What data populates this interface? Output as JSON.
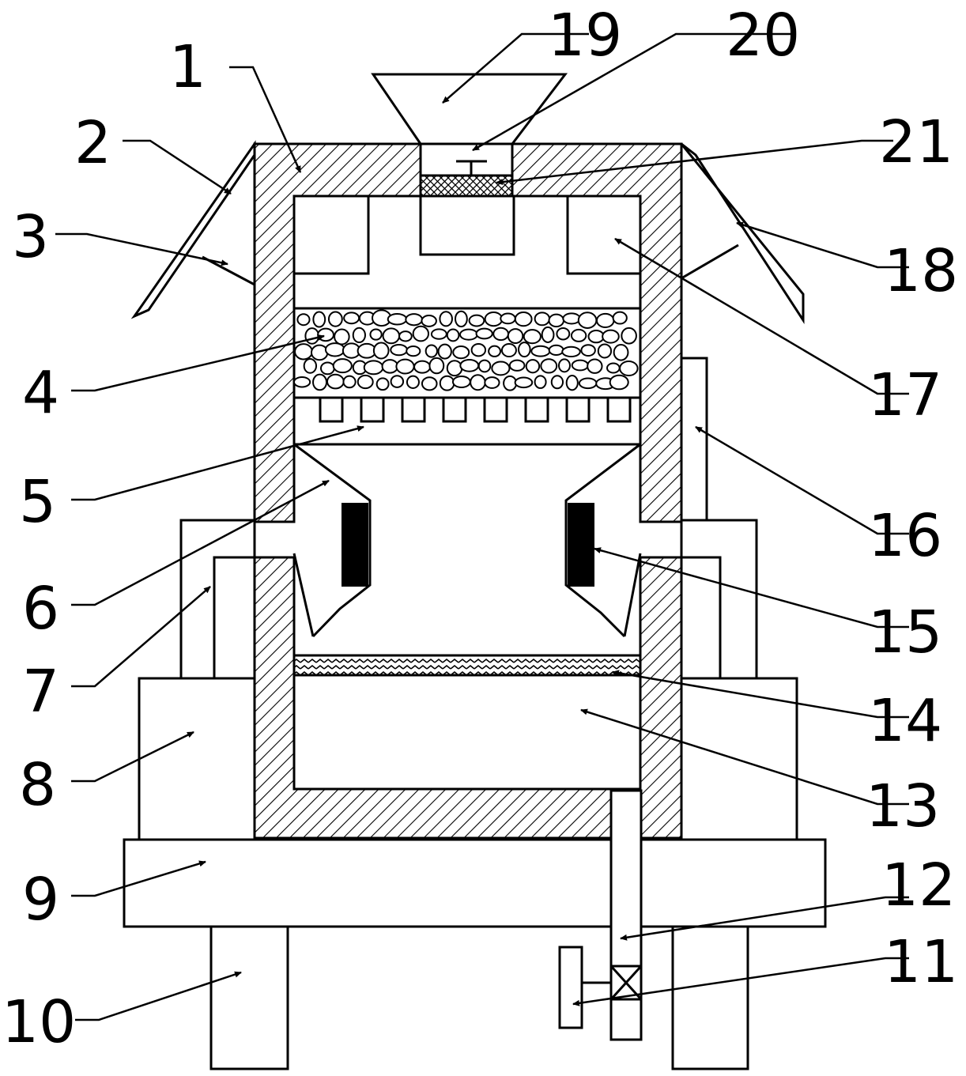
{
  "figure": {
    "labels": [
      {
        "id": "1",
        "text": "1"
      },
      {
        "id": "2",
        "text": "2"
      },
      {
        "id": "3",
        "text": "3"
      },
      {
        "id": "4",
        "text": "4"
      },
      {
        "id": "5",
        "text": "5"
      },
      {
        "id": "6",
        "text": "6"
      },
      {
        "id": "7",
        "text": "7"
      },
      {
        "id": "8",
        "text": "8"
      },
      {
        "id": "9",
        "text": "9"
      },
      {
        "id": "10",
        "text": "10"
      },
      {
        "id": "11",
        "text": "11"
      },
      {
        "id": "12",
        "text": "12"
      },
      {
        "id": "13",
        "text": "13"
      },
      {
        "id": "14",
        "text": "14"
      },
      {
        "id": "15",
        "text": "15"
      },
      {
        "id": "16",
        "text": "16"
      },
      {
        "id": "17",
        "text": "17"
      },
      {
        "id": "18",
        "text": "18"
      },
      {
        "id": "19",
        "text": "19"
      },
      {
        "id": "20",
        "text": "20"
      },
      {
        "id": "21",
        "text": "21"
      }
    ]
  },
  "colors": {
    "line": "#000000",
    "background": "#ffffff"
  }
}
